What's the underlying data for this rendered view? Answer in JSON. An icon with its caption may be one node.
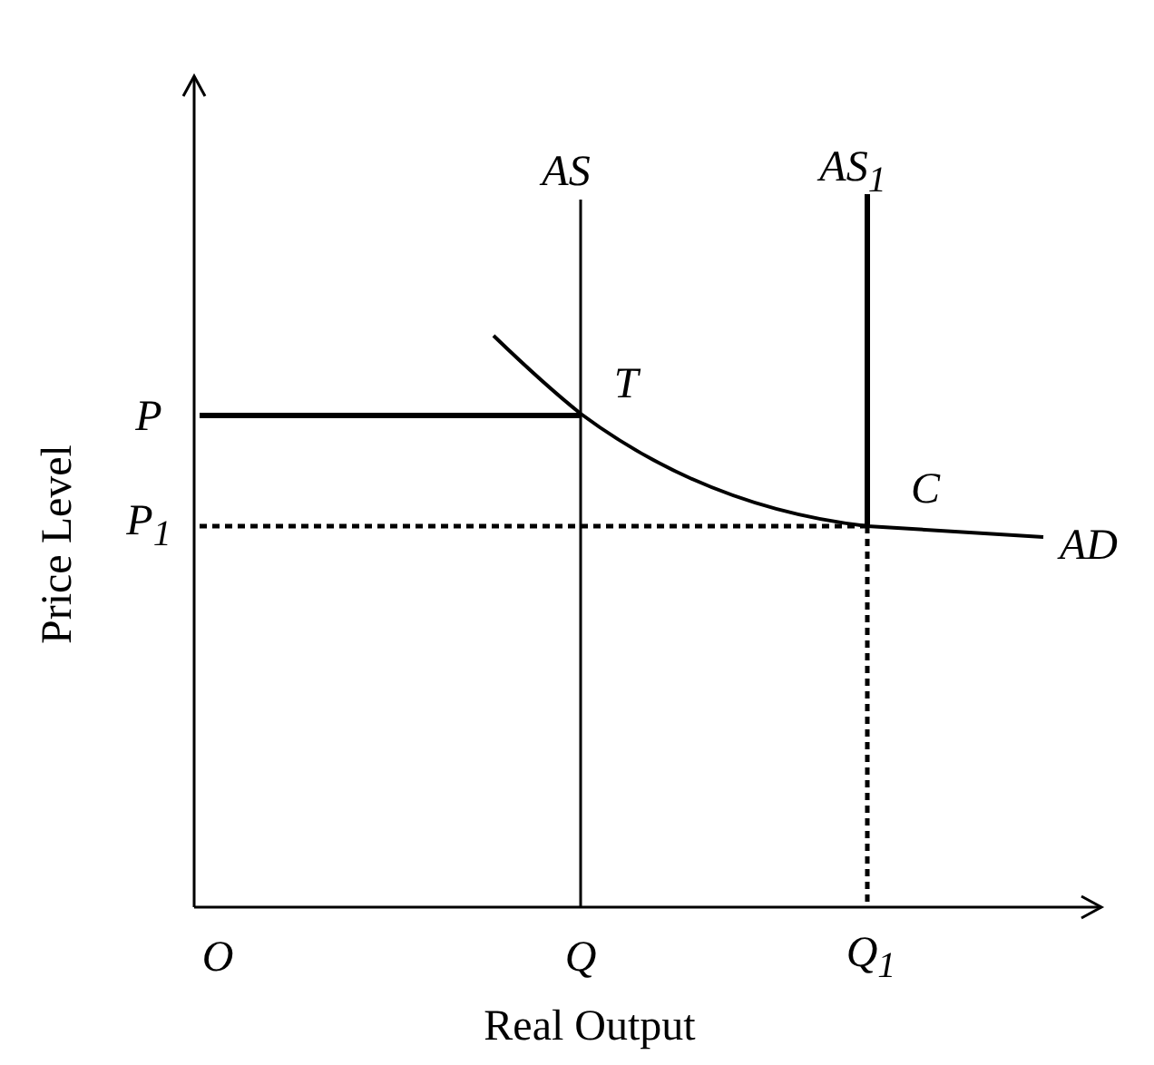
{
  "diagram": {
    "labels": [
      "AS",
      "AS$_{1}$",
      "P",
      "T",
      "C",
      "P$_{1}$",
      "AD",
      "Price Level",
      "O",
      "Q",
      "Q$_{1}$",
      "Real Output"
    ]
  }
}
